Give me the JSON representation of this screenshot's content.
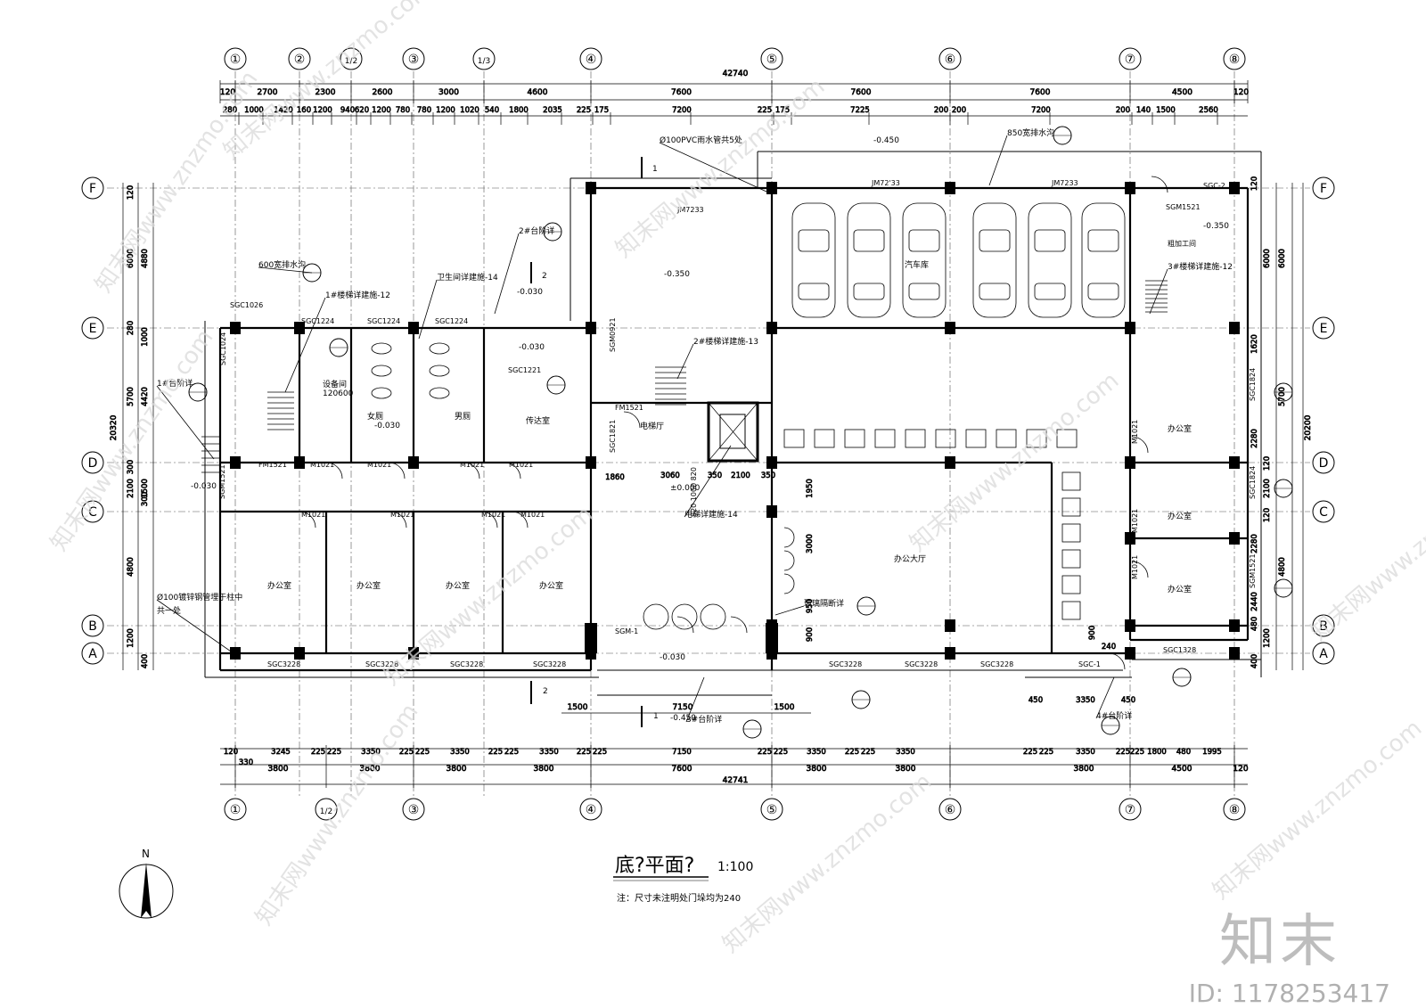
{
  "axes_top": [
    "①",
    "②",
    "1/2",
    "③",
    "1/3",
    "④",
    "⑤",
    "⑥",
    "⑦",
    "⑧"
  ],
  "axes_bottom": [
    "①",
    "1/2",
    "③",
    "④",
    "⑤",
    "⑥",
    "⑦",
    "⑧"
  ],
  "rows": [
    "F",
    "E",
    "D",
    "C",
    "B",
    "A"
  ],
  "dims": {
    "top_total": "42740",
    "top_segments": [
      "120",
      "2700",
      "2300",
      "2600",
      "3000",
      "4600",
      "7600",
      "7600",
      "7600",
      "4500",
      "120"
    ],
    "top_detail": [
      "280",
      "1000",
      "1420",
      "160",
      "1200",
      "940",
      "620",
      "1200",
      "780",
      "780",
      "1200",
      "1020",
      "540",
      "1800",
      "2035",
      "225",
      "175",
      "7200",
      "225",
      "175",
      "7225",
      "200",
      "200",
      "7200",
      "200",
      "140",
      "1500",
      "2560"
    ],
    "bottom_total": "42741",
    "bottom_segments": [
      "330",
      "3800",
      "3800",
      "3800",
      "3800",
      "7600",
      "3800",
      "3800",
      "3800",
      "4500",
      "120"
    ],
    "bottom_detail": [
      "120",
      "3245",
      "225",
      "225",
      "3350",
      "225",
      "225",
      "3350",
      "225",
      "225",
      "3350",
      "225",
      "225",
      "7150",
      "225",
      "225",
      "3350",
      "225",
      "225",
      "3350",
      "225",
      "225",
      "3350",
      "225",
      "225",
      "1800",
      "480",
      "1995"
    ],
    "left_total": "20320",
    "left_segments": [
      "120",
      "6000",
      "4880",
      "280",
      "1000",
      "5700",
      "4420",
      "300",
      "1500",
      "2100",
      "300",
      "4800",
      "1200",
      "400"
    ],
    "right_total": "20200",
    "right_segments": [
      "120",
      "6000",
      "6000",
      "1620",
      "5700",
      "2280",
      "120",
      "2100",
      "120",
      "2280",
      "4800",
      "2440",
      "480",
      "1200",
      "400"
    ],
    "entrance": [
      "1500",
      "7150",
      "1500"
    ],
    "small": [
      "1860",
      "3060",
      "350",
      "2100",
      "350",
      "1950",
      "3000",
      "950",
      "900",
      "450",
      "3350",
      "450",
      "240",
      "900"
    ]
  },
  "rooms": {
    "garage": "汽车库",
    "workshop": "粗加工间",
    "equipment": "设备间",
    "women_wc": "女厕",
    "men_wc": "男厕",
    "reception": "传达室",
    "elevator_hall": "电梯厅",
    "office_hall": "办公大厅",
    "office": "办公室"
  },
  "door_labels": {
    "sgc1026": "SGC1026",
    "sgc1224": "SGC1224",
    "sgc1024": "SGC1024",
    "sgc1221": "SGC1221",
    "sgm0921": "SGM0921",
    "sgc1821": "SGC1821",
    "fm1521": "FM1521",
    "m1021": "M1021",
    "sgm1521": "SGM1521",
    "sgc2": "SGC-2",
    "sgc1": "SGC-1",
    "sgm1": "SGM-1",
    "sgc3228": "SGC3228",
    "sgc1328": "SGC1328",
    "sgc1824": "SGC1824",
    "sgm1521b": "SGM1521",
    "jm7233": "JM7233",
    "jm7233b": "JM72'33"
  },
  "levels": {
    "garage": "-0.350",
    "yard": "-0.450",
    "wc": "-0.030",
    "ground": "±0.000",
    "workshop": "-0.350",
    "front": "-0.030",
    "front_low": "-0.450",
    "side": "-0.030",
    "corr": "-0.030",
    "wcs": "-0.030"
  },
  "callouts": {
    "pvc": "Ø100PVC雨水管共5处",
    "gutter850": "850宽排水沟",
    "gutter600": "600宽排水沟",
    "stair1": "1#楼梯详建施-12",
    "stair2": "2#楼梯详建施-13",
    "stair3": "3#楼梯详建施-12",
    "step1": "1#台阶详",
    "step2": "2#台阶详",
    "step3": "3#台阶详",
    "step4": "4#台阶详",
    "toilet": "卫生间详建施-14",
    "lift": "电梯详建施-14",
    "glass": "玻璃隔断详",
    "pipe": "Ø100镀锌钢管埋于柱中",
    "pipe2": "共一处",
    "sec1": "1",
    "sec2": "2",
    "wc_size": "120600",
    "sgc1821_dim": "820 1000 820"
  },
  "title": {
    "main": "底?平面?",
    "scale": "1:100",
    "note": "注：尺寸未注明处门垛均为240"
  },
  "north": "N",
  "watermark": {
    "brand": "知末",
    "id": "ID: 1178253417",
    "site": "知末网www.znzmo.com"
  }
}
